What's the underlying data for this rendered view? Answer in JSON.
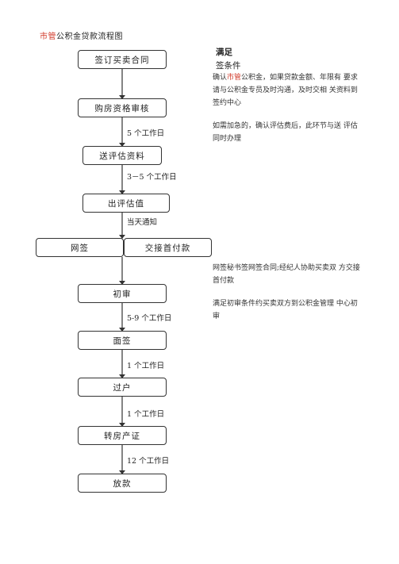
{
  "doc": {
    "title_red": "市管",
    "title_rest": "公积金贷款流程图"
  },
  "flow": {
    "steps": [
      "签订买卖合同",
      "购房资格审核",
      "送评估资料",
      "出评估值",
      "网签",
      "交接首付款",
      "初审",
      "面签",
      "过户",
      "转房产证",
      "放款"
    ],
    "notes": [
      "5 个工作日",
      "3－5 个工作日",
      "当天通知",
      "5-9 个工作日",
      "1 个工作日",
      "1 个工作日",
      "12 个工作日"
    ]
  },
  "side": {
    "head1": "满足",
    "head2": "签条件",
    "p1_a": "确认",
    "p1_red": "市管",
    "p1_b": "公积金，如果贷款金额、年限有 要求请与公积金专员及时沟通，及时交相 关资料到签约中心",
    "p2": "如需加急的，确认评估费后，此环节与送 评估同时办理",
    "p3": "网签秘书签网签合同;经纪人协助买卖双 方交接首付款",
    "p4": "满足初审条件约买卖双方到公积金管理 中心初审"
  }
}
